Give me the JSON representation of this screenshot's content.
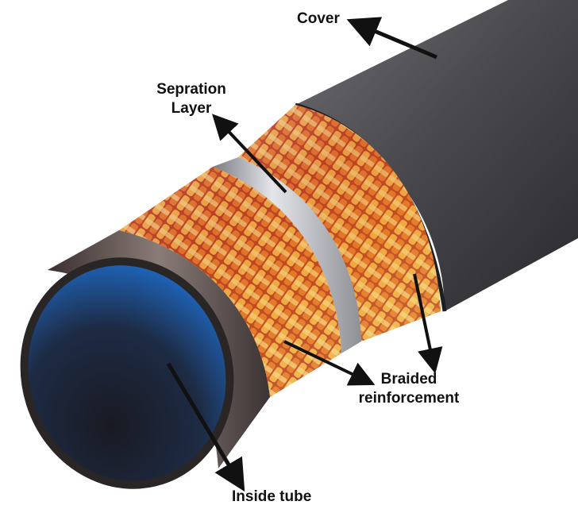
{
  "diagram": {
    "labels": {
      "cover": "Cover",
      "separation_line1": "Sepration",
      "separation_line2": "Layer",
      "braided_line1": "Braided",
      "braided_line2": "reinforcement",
      "inside_tube": "Inside tube"
    },
    "colors": {
      "cover": "#4a4a4e",
      "cover_dark": "#2a2a2e",
      "braid_warm": "#e07a1a",
      "braid_red": "#a8301c",
      "braid_light": "#f6e29a",
      "separation": "#b9bcc2",
      "inner_tube": "#1f6fd0",
      "inner_tube_outer": "#5a4a44",
      "arrow": "#111111"
    }
  }
}
